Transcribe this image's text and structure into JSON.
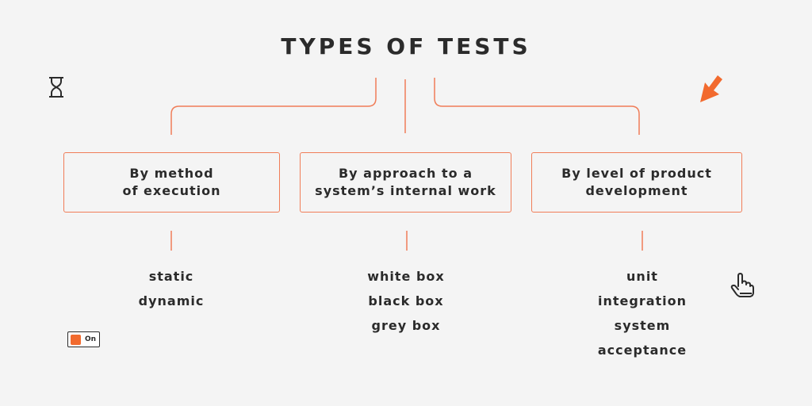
{
  "title": "TYPES OF TESTS",
  "categories": [
    {
      "label": "By method\nof execution",
      "items": [
        "static",
        "dynamic"
      ]
    },
    {
      "label": "By approach to a\nsystem’s internal work",
      "items": [
        "white box",
        "black box",
        "grey box"
      ]
    },
    {
      "label": "By level of product\ndevelopment",
      "items": [
        "unit",
        "integration",
        "system",
        "acceptance"
      ]
    }
  ],
  "toggle": {
    "label": "On",
    "state": "on"
  },
  "icons": {
    "hourglass": "hourglass-icon",
    "arrow": "arrow-cursor-icon",
    "hand": "hand-pointer-icon"
  },
  "colors": {
    "accent": "#f07d58",
    "orange": "#f26a2e",
    "text": "#2b2b2b",
    "background": "#f4f4f4"
  }
}
